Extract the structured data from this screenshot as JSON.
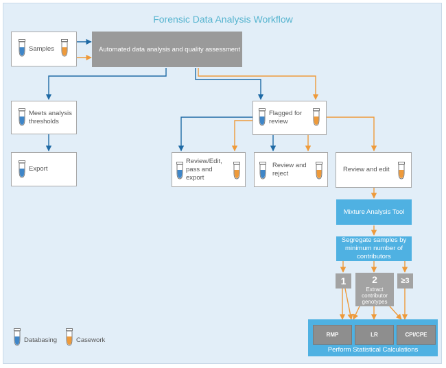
{
  "title": "Forensic Data Analysis Workflow",
  "nodes": {
    "samples": "Samples",
    "automated": "Automated data analysis and quality assessment",
    "meets": "Meets analysis thresholds",
    "export": "Export",
    "flagged": "Flagged for review",
    "review_edit_pass": "Review/Edit, pass and export",
    "review_reject": "Review and reject",
    "review_edit": "Review and edit",
    "mixture_tool": "Mixture Analysis Tool",
    "segregate": "Segregate samples by minimum number of contributors"
  },
  "contributors": {
    "one": "1",
    "two": "2",
    "three_plus": "≥3",
    "extract": "Extract contributor genotypes"
  },
  "stats": {
    "rmp": "RMP",
    "lr": "LR",
    "cpi": "CPI/CPE",
    "perform": "Perform Statistical Calculations"
  },
  "legend": {
    "databasing": "Databasing",
    "casework": "Casework"
  },
  "colors": {
    "databasing": "#1f6aa5",
    "casework": "#ee9a3a",
    "accent": "#4fb1e2",
    "title": "#56b4cf",
    "panel": "#e2eef8"
  }
}
